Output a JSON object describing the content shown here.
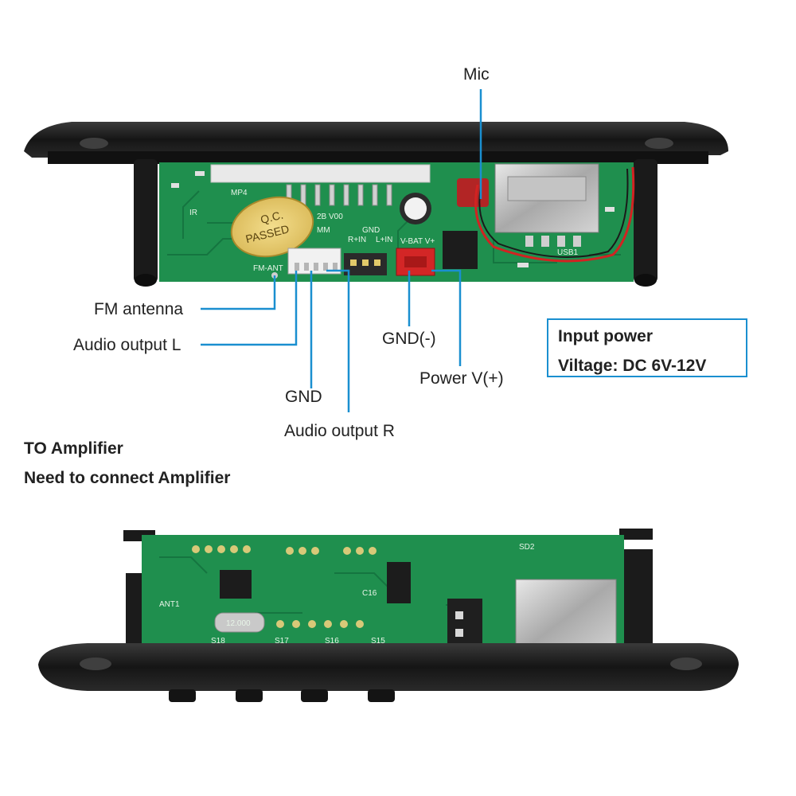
{
  "labels": {
    "mic": "Mic",
    "fm_antenna": "FM antenna",
    "audio_output_l": "Audio output L",
    "gnd": "GND",
    "audio_output_r": "Audio output R",
    "gnd_minus": "GND(-)",
    "power_plus": "Power V(+)"
  },
  "info_box": {
    "line1": "Input power",
    "line2": "Viltage: DC 6V-12V"
  },
  "note": {
    "line1": "TO Amplifier",
    "line2": "Need to connect Amplifier"
  },
  "board_top": {
    "stamp": [
      "Q.C.",
      "PASSED"
    ],
    "silk": [
      "MP4",
      "2B V00",
      "GND",
      "R+IN",
      "L+IN",
      "V-BAT V+",
      "MM",
      "USB1",
      "IR",
      "FM-ANT"
    ]
  },
  "board_bottom": {
    "silk": [
      "SD2",
      "ANT1",
      "S18",
      "S17",
      "S16",
      "S15",
      "C16",
      "12.000"
    ]
  },
  "colors": {
    "pcb": "#1f8f4e",
    "pcb_dark": "#157540",
    "frame": "#1b1b1b",
    "callout": "#1a8fd0",
    "connector_red": "#d32626"
  }
}
